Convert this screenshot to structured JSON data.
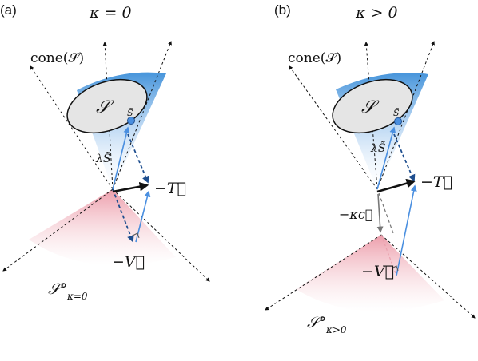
{
  "panels": [
    {
      "tag": "(a)",
      "condition": "κ = 0",
      "cone_label": "cone(𝒮)",
      "set_label": "𝒮",
      "point_label": "S̃",
      "scaled_label": "λS̃",
      "minus_T_label": "−T⃗",
      "minus_V_label": "−V⃗",
      "polar_label": "𝒮°",
      "polar_sub": "κ=0"
    },
    {
      "tag": "(b)",
      "condition": "κ > 0",
      "cone_label": "cone(𝒮)",
      "set_label": "𝒮",
      "point_label": "S̃",
      "scaled_label": "λS̃",
      "kappa_c_label": "−κc⃗",
      "minus_T_label": "−T⃗",
      "minus_V_label": "−V⃗",
      "polar_label": "𝒮°",
      "polar_sub": "κ>0"
    }
  ],
  "colors": {
    "cone_blue": "#3d8fd9",
    "cone_blue_light": "#d7e8f8",
    "polar_pink": "#e98b9b",
    "polar_pink_light": "#fbe3e8",
    "arrow_dark_blue": "#1f4f8f",
    "arrow_light_blue": "#4a8fe0",
    "set_fill": "#e5e5e5"
  }
}
